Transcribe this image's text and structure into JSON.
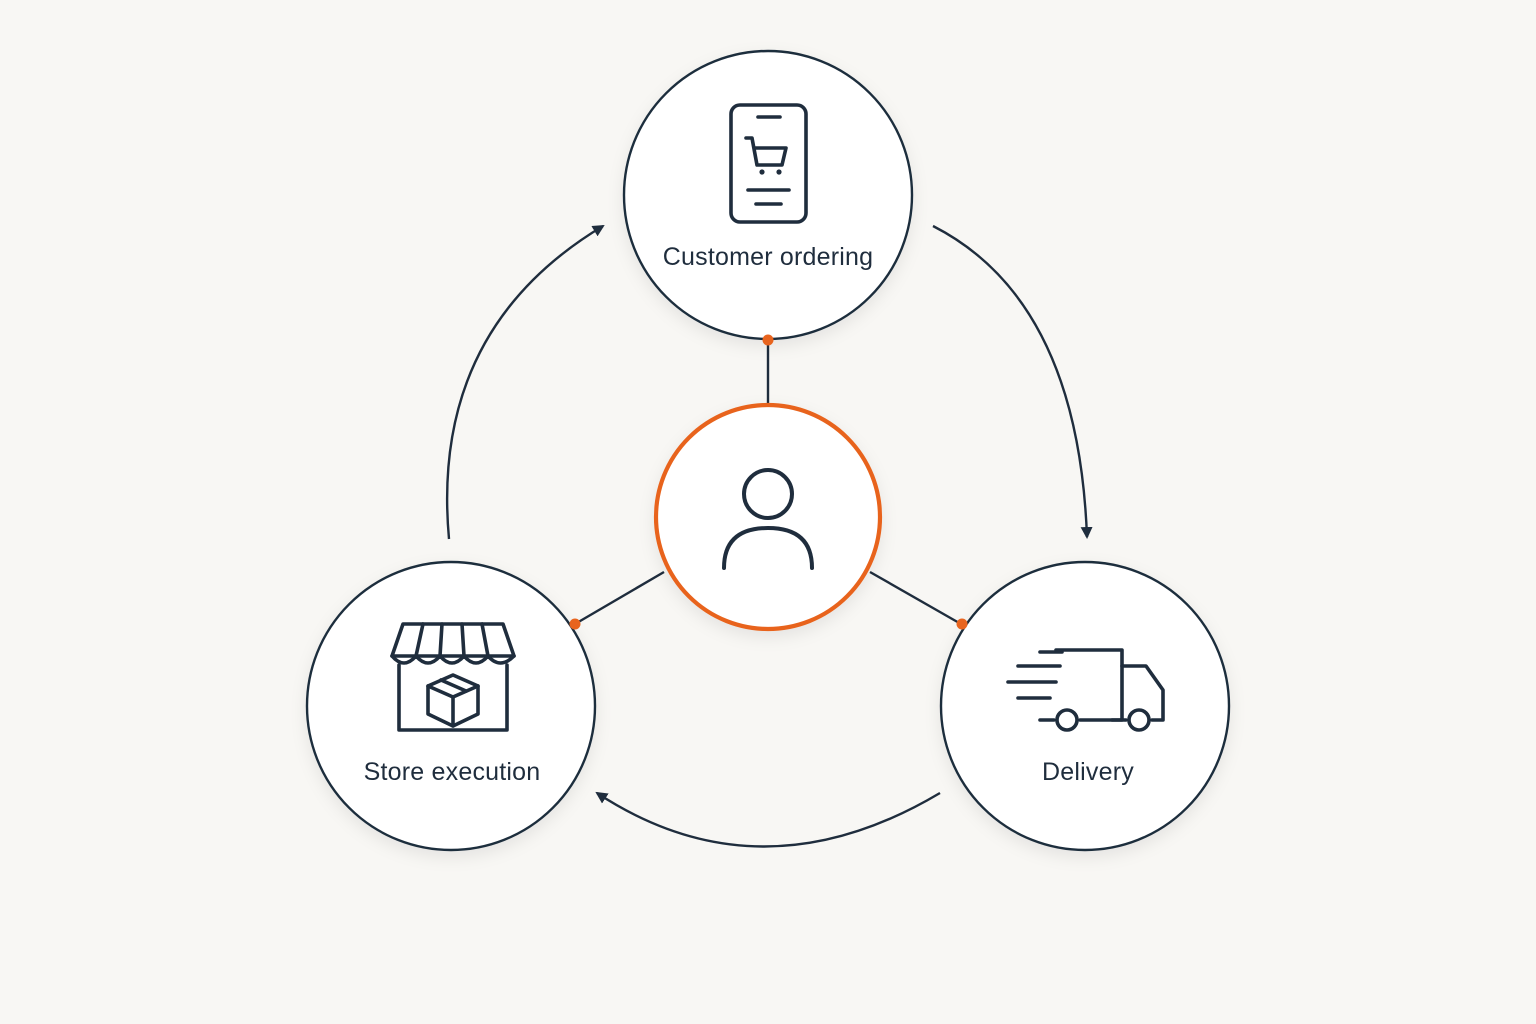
{
  "diagram": {
    "type": "cycle-with-hub",
    "nodes": {
      "top": {
        "label": "Customer ordering",
        "icon": "smartphone-cart-icon"
      },
      "right": {
        "label": "Delivery",
        "icon": "delivery-truck-icon"
      },
      "left": {
        "label": "Store execution",
        "icon": "storefront-package-icon"
      },
      "center": {
        "label": "",
        "icon": "user-icon"
      }
    },
    "flow": [
      "Customer ordering",
      "Delivery",
      "Store execution",
      "Customer ordering"
    ],
    "colors": {
      "background": "#f8f7f4",
      "outline": "#1f2d3d",
      "accent": "#e8641e",
      "node_fill": "#ffffff"
    }
  }
}
